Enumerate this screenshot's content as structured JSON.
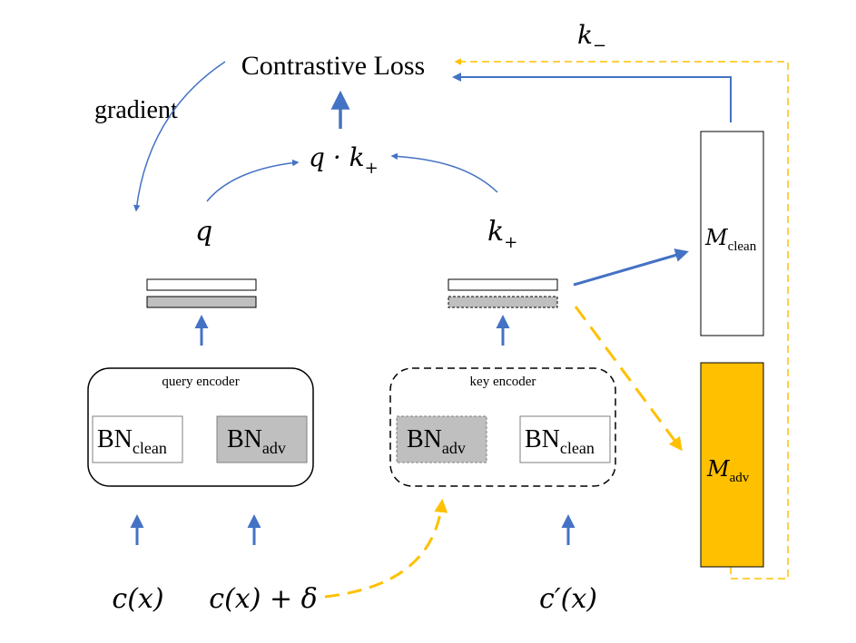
{
  "title": "Contrastive Loss",
  "gradient_label": "gradient",
  "k_minus_label": "k",
  "k_minus_sub": "−",
  "dot_label": "q · k",
  "dot_sub": "+",
  "q_label": "q",
  "k_plus_label": "k",
  "k_plus_sub": "+",
  "query_encoder": {
    "label": "query encoder",
    "bn_clean": {
      "main": "BN",
      "sub": "clean"
    },
    "bn_adv": {
      "main": "BN",
      "sub": "adv"
    }
  },
  "key_encoder": {
    "label": "key encoder",
    "bn_adv": {
      "main": "BN",
      "sub": "adv"
    },
    "bn_clean": {
      "main": "BN",
      "sub": "clean"
    }
  },
  "memory_clean": {
    "main": "M",
    "sub": "clean"
  },
  "memory_adv": {
    "main": "M",
    "sub": "adv"
  },
  "inputs": {
    "clean": "c(x)",
    "adv": "c(x) + δ",
    "key": "c′(x)"
  },
  "colors": {
    "blue_arrow": "#4472C4",
    "yellow": "#FFC000",
    "gray_fill": "#BFBFBF",
    "black": "#000000"
  }
}
